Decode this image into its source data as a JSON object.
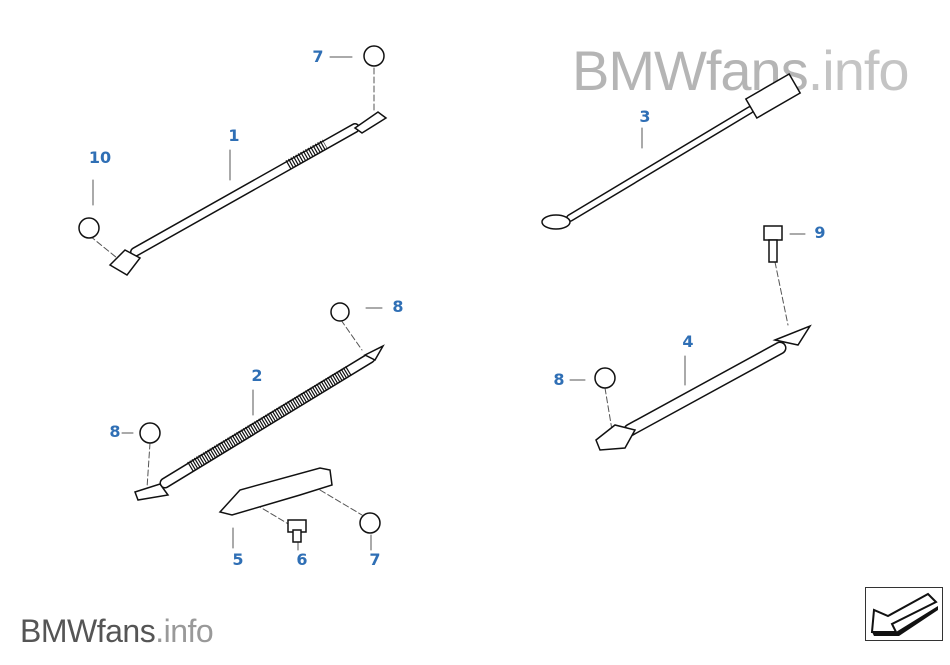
{
  "watermark_top": {
    "brand": "BMWfans",
    "suffix": ".info"
  },
  "watermark_bottom": {
    "brand": "BMWfans",
    "suffix": ".info"
  },
  "callouts": [
    {
      "id": "7a",
      "label": "7"
    },
    {
      "id": "1",
      "label": "1"
    },
    {
      "id": "10",
      "label": "10"
    },
    {
      "id": "3",
      "label": "3"
    },
    {
      "id": "9",
      "label": "9"
    },
    {
      "id": "8a",
      "label": "8"
    },
    {
      "id": "2",
      "label": "2"
    },
    {
      "id": "4",
      "label": "4"
    },
    {
      "id": "8b",
      "label": "8"
    },
    {
      "id": "8c",
      "label": "8"
    },
    {
      "id": "5",
      "label": "5"
    },
    {
      "id": "6",
      "label": "6"
    },
    {
      "id": "7b",
      "label": "7"
    }
  ],
  "colors": {
    "callout": "#2f6fb5",
    "line": "#111111"
  },
  "nav": {
    "icon": "arrow-back-icon"
  }
}
